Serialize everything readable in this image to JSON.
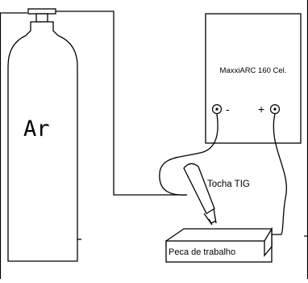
{
  "cylinder": {
    "label": "Ar"
  },
  "machine": {
    "label": "MaxxiARC 160 Cel.",
    "terminal_negative": "-",
    "terminal_positive": "+"
  },
  "torch": {
    "label": "Tocha TIG"
  },
  "workpiece": {
    "label": "Peca de trabalho"
  },
  "colors": {
    "line": "#000000",
    "background": "#ffffff"
  }
}
